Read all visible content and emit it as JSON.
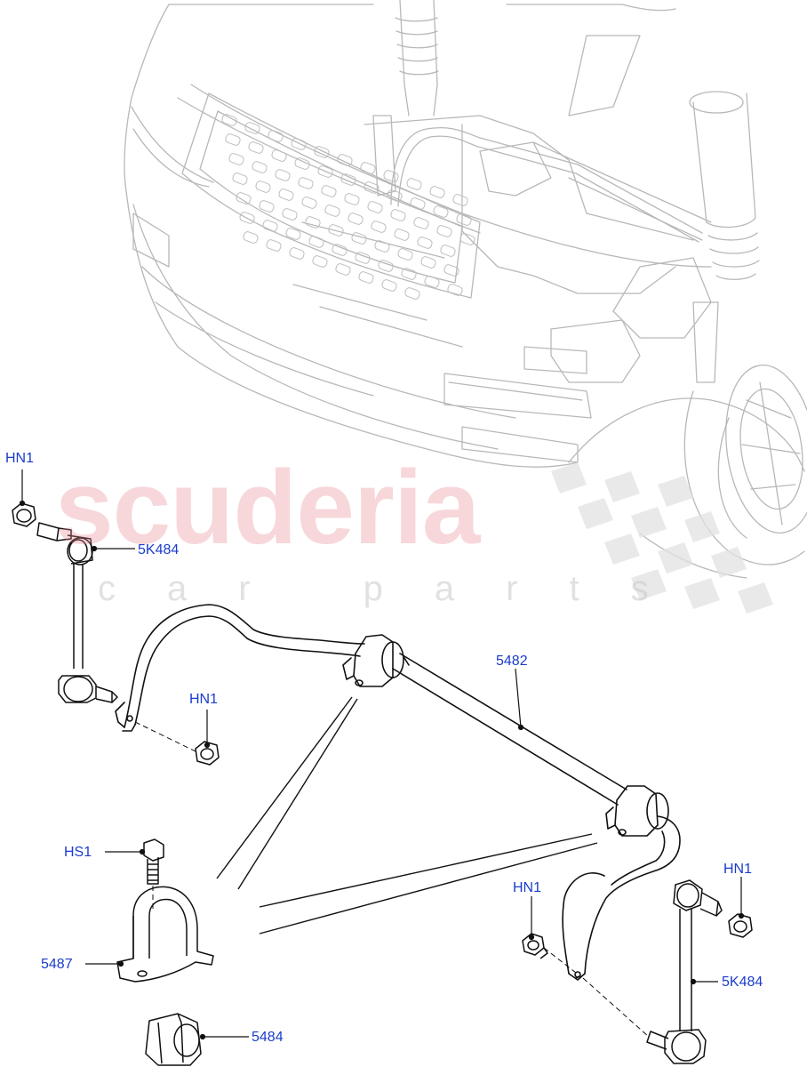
{
  "watermark": {
    "brand": "scuderia",
    "tagline": "car parts"
  },
  "callouts": {
    "hn1_top_left": "HN1",
    "link_left": "5K484",
    "hn1_mid": "HN1",
    "bar": "5482",
    "hs1": "HS1",
    "hn1_right": "HN1",
    "hn1_bottom": "HN1",
    "bracket": "5487",
    "link_right": "5K484",
    "bush": "5484"
  },
  "colors": {
    "label": "#1a3ccc",
    "line": "#111111",
    "ghost": "#b5b5b5"
  }
}
